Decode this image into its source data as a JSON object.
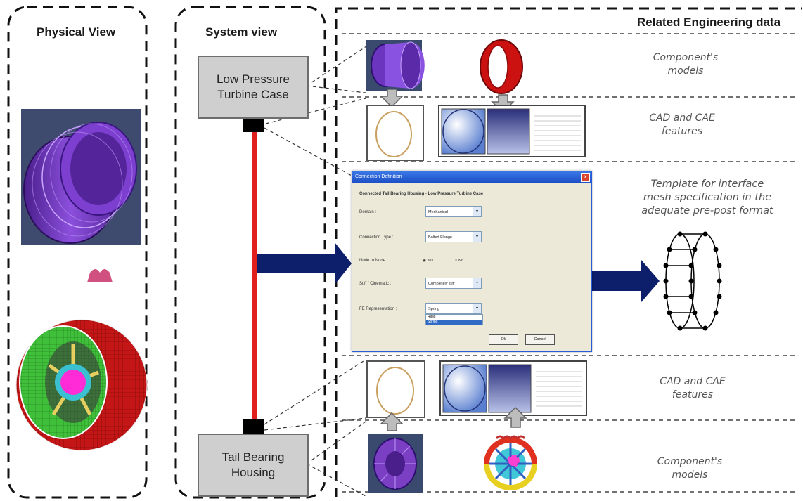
{
  "panels": {
    "physical": {
      "title": "Physical View"
    },
    "system": {
      "title": "System view"
    },
    "engineering": {
      "title": "Related Engineering data"
    }
  },
  "system_boxes": {
    "top": {
      "line1": "Low Pressure",
      "line2": "Turbine Case"
    },
    "bottom": {
      "line1": "Tail Bearing",
      "line2": "Housing"
    }
  },
  "row_labels": {
    "models_top": {
      "line1": "Component's",
      "line2": "models"
    },
    "cad_top": {
      "line1": "CAD and CAE",
      "line2": "features"
    },
    "template": {
      "line1": "Template for interface",
      "line2": "mesh specification in the",
      "line3": "adequate pre-post format"
    },
    "cad_bottom": {
      "line1": "CAD and CAE",
      "line2": "features"
    },
    "models_bottom": {
      "line1": "Component's",
      "line2": "models"
    }
  },
  "dialog": {
    "title": "Connection Definition",
    "close": "x",
    "subtitle": "Connected Tail Bearing Housing - Low Pressure Turbine Case",
    "fields": [
      {
        "label": "Domain :",
        "value": "Mechanical"
      },
      {
        "label": "Connection Type :",
        "value": "Bolted Flange"
      },
      {
        "label": "Node to Node :",
        "yes": "Yes",
        "no": "No"
      },
      {
        "label": "Stiff / Cinematic :",
        "value": "Completely stiff"
      },
      {
        "label": "FE Representation :",
        "value": "Spring"
      }
    ],
    "options": [
      "Rigid",
      "Spring"
    ],
    "ok": "Ok",
    "cancel": "Cancel"
  },
  "colors": {
    "purple": "#7b3fc4",
    "red": "#cc1111",
    "navy": "#0d1f6b",
    "grey_box": "#cfcfcf",
    "connector_red": "#e0201c"
  }
}
